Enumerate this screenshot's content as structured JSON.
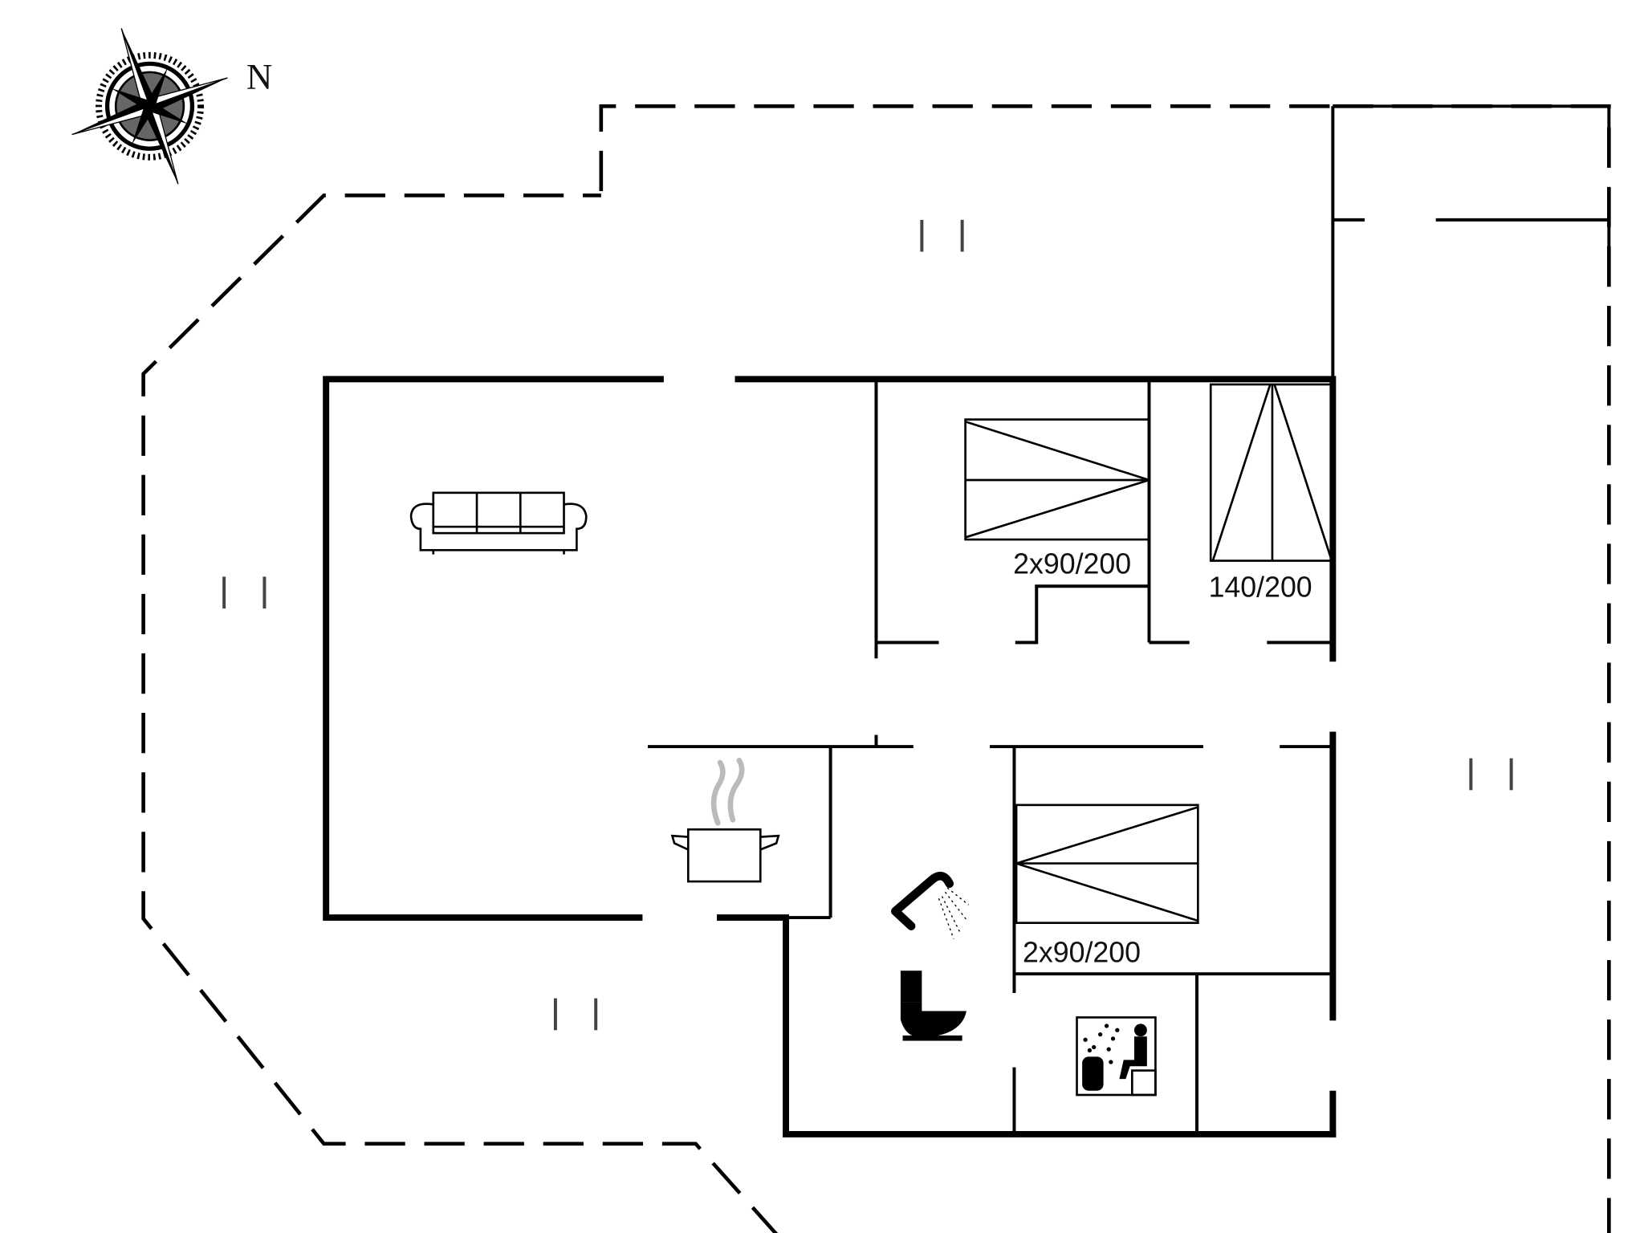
{
  "plan": {
    "type": "floor-plan",
    "compass": {
      "label": "N"
    },
    "rooms": [
      {
        "name": "living-room",
        "icon": "sofa-icon"
      },
      {
        "name": "kitchen",
        "icon": "cooking-pot-icon"
      },
      {
        "name": "bathroom",
        "icons": [
          "shower-icon",
          "toilet-icon"
        ]
      },
      {
        "name": "sauna",
        "icon": "sauna-icon"
      }
    ],
    "beds": [
      {
        "label": "2x90/200"
      },
      {
        "label": "140/200"
      },
      {
        "label": "2x90/200"
      }
    ],
    "colors": {
      "line": "#000000",
      "background": "#ffffff",
      "steam": "#bbbbbb"
    }
  }
}
